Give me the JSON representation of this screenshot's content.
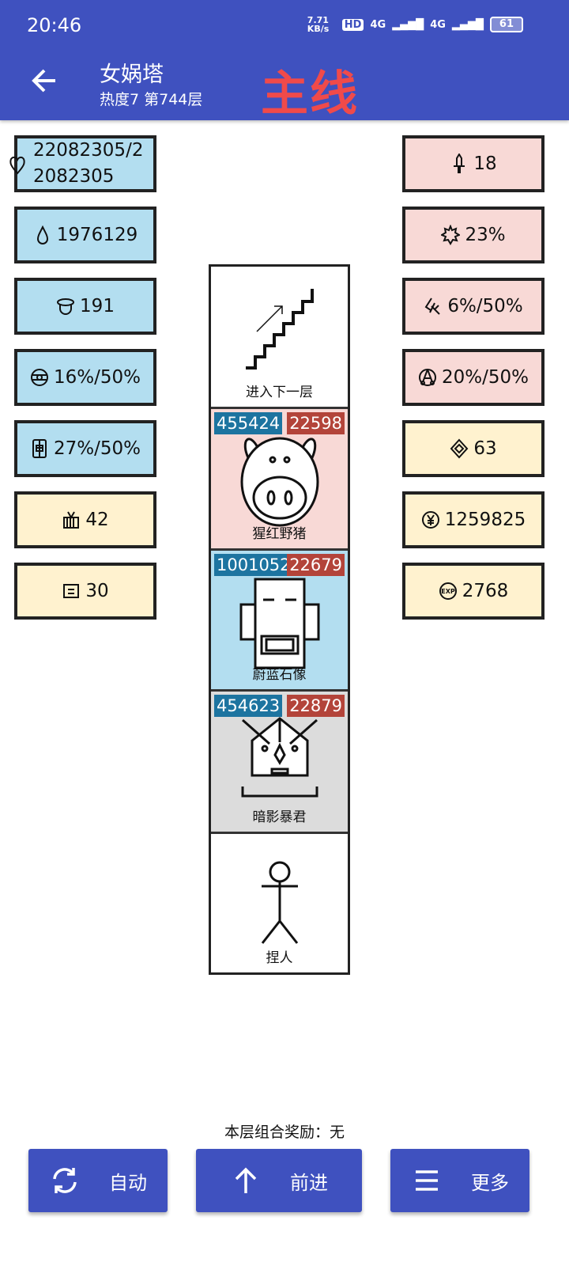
{
  "status_bar": {
    "time": "20:46",
    "net_speed": "7.71 KB/s",
    "hd": "HD",
    "sig1": "4G",
    "sig2": "4G",
    "battery": "61"
  },
  "header": {
    "title": "女娲塔",
    "subtitle": "热度7 第744层",
    "mode": "主线"
  },
  "left_stats": [
    {
      "icon": "heart-icon",
      "value": "22082305/22082305"
    },
    {
      "icon": "drop-icon",
      "value": "1976129"
    },
    {
      "icon": "helmet-icon",
      "value": "191"
    },
    {
      "icon": "shield-orb-icon",
      "value": "16%/50%"
    },
    {
      "icon": "armor-icon",
      "value": "27%/50%"
    },
    {
      "icon": "basket-icon",
      "value": "42"
    },
    {
      "icon": "scroll-icon",
      "value": "30"
    }
  ],
  "right_stats": [
    {
      "icon": "sword-icon",
      "value": "18"
    },
    {
      "icon": "burst-icon",
      "value": "23%"
    },
    {
      "icon": "slash-icon",
      "value": "6%/50%"
    },
    {
      "icon": "pierce-icon",
      "value": "20%/50%"
    },
    {
      "icon": "diamond-icon",
      "value": "63"
    },
    {
      "icon": "coin-icon",
      "value": "1259825"
    },
    {
      "icon": "exp-icon",
      "value": "2768"
    }
  ],
  "tower": [
    {
      "name": "进入下一层"
    },
    {
      "name": "猩红野猪",
      "hp": "455424",
      "atk": "22598"
    },
    {
      "name": "蔚蓝石像",
      "hp": "1001052",
      "atk": "22679"
    },
    {
      "name": "暗影暴君",
      "hp": "454623",
      "atk": "22879"
    },
    {
      "name": "捏人"
    }
  ],
  "reward_text": "本层组合奖励：无",
  "buttons": {
    "auto": "自动",
    "forward": "前进",
    "more": "更多"
  }
}
